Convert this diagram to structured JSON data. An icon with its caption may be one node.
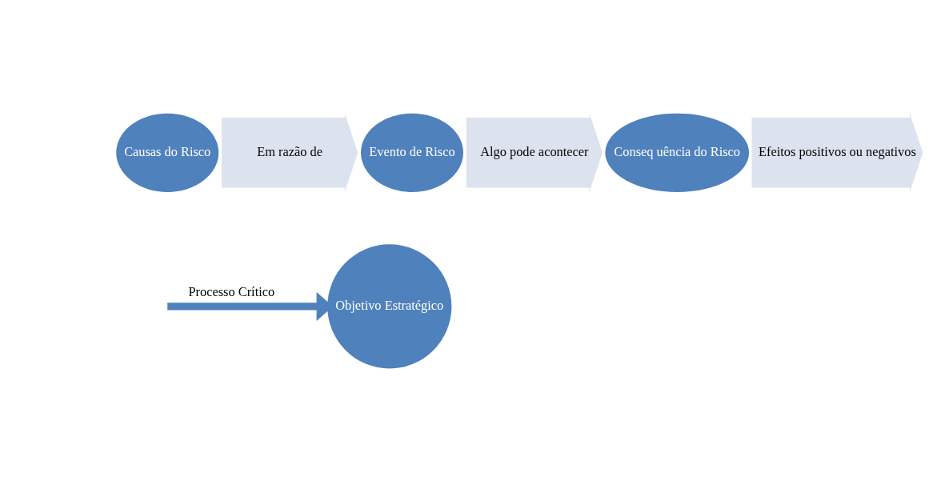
{
  "diagram": {
    "nodes": [
      {
        "text": [
          "Causas do Risco"
        ]
      },
      {
        "text": [
          "Em razão de"
        ]
      },
      {
        "text": [
          "Evento de Risco"
        ]
      },
      {
        "text": [
          "Algo pode acontecer"
        ]
      },
      {
        "text": [
          "Conseq uência do Risco"
        ]
      },
      {
        "text": [
          "Efeitos positivos ou negativos"
        ]
      },
      {
        "text": [
          "Objetivo Estratégico"
        ]
      }
    ],
    "edges": [
      {
        "from": null,
        "to": 6,
        "arrow": "to",
        "label": "Processo Crítico"
      }
    ]
  }
}
